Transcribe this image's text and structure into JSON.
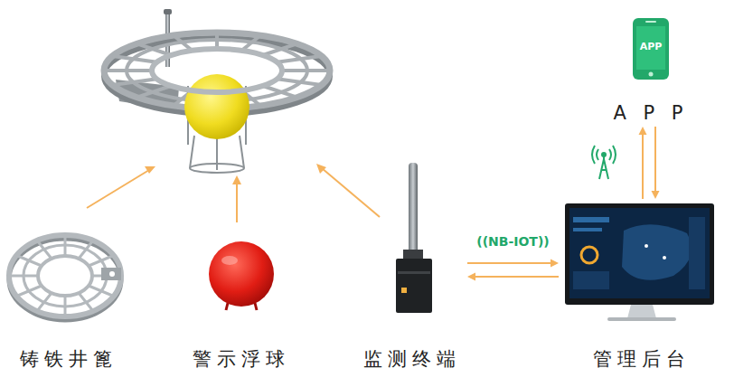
{
  "diagram": {
    "nodes": [
      {
        "text": [
          "APP",
          "A P P"
        ]
      },
      {
        "text": [
          "铸铁井篦"
        ]
      },
      {
        "text": [
          "警示浮球"
        ]
      },
      {
        "text": [
          "监测终端"
        ]
      },
      {
        "text": [
          "管理后台"
        ]
      }
    ],
    "edges": [
      {
        "from": 3,
        "to": 4,
        "arrow": "to",
        "label": "((NB-IOT))"
      },
      {
        "from": 4,
        "to": 3,
        "arrow": "to"
      },
      {
        "from": 4,
        "to": 0,
        "arrow": "to"
      },
      {
        "from": 0,
        "to": 4,
        "arrow": "to"
      }
    ]
  }
}
